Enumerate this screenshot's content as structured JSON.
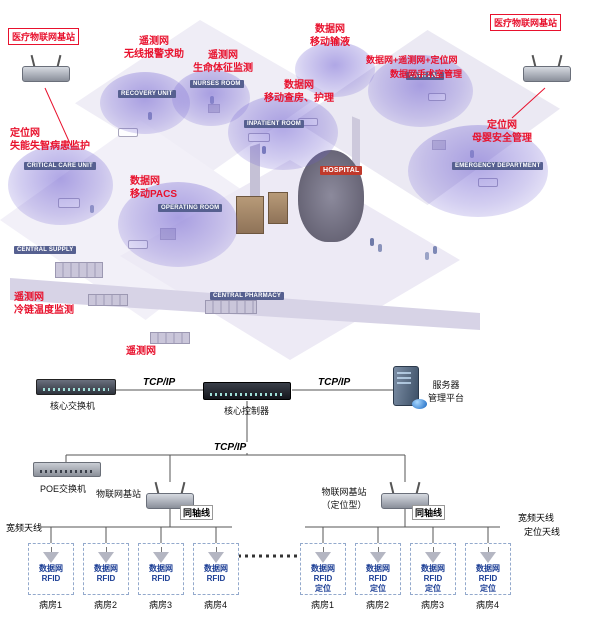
{
  "illustration": {
    "base_station_left": "医疗物联网基站",
    "base_station_right": "医疗物联网基站",
    "hospital_badge": "HOSPITAL",
    "annotations": [
      {
        "text": "遥测网\n无线报警求助"
      },
      {
        "text": "遥测网\n生命体征监测"
      },
      {
        "text": "数据网\n移动输液"
      },
      {
        "text": "数据网+遥测网+定位网"
      },
      {
        "text": "数据网手术室管理"
      },
      {
        "text": "数据网\n移动查房、护理"
      },
      {
        "text": "定位网\n失能失智病患监护"
      },
      {
        "text": "定位网\n母婴安全管理"
      },
      {
        "text": "数据网\n移动PACS"
      },
      {
        "text": "遥测网\n冷链温度监测"
      },
      {
        "text": "遥测网"
      }
    ],
    "rooms": [
      {
        "name": "RECOVERY UNIT"
      },
      {
        "name": "NURSES ROOM"
      },
      {
        "name": "INPATIENT ROOM"
      },
      {
        "name": "CATH LAB"
      },
      {
        "name": "CRITICAL CARE UNIT"
      },
      {
        "name": "OPERATING ROOM"
      },
      {
        "name": "EMERGENCY DEPARTMENT"
      },
      {
        "name": "CENTRAL SUPPLY"
      },
      {
        "name": "CENTRAL PHARMACY"
      }
    ]
  },
  "core_network": {
    "core_switch": "核心交换机",
    "tcpip_left": "TCP/IP",
    "core_controller": "核心控制器",
    "tcpip_right": "TCP/IP",
    "tcpip_bus": "TCP/IP",
    "server": "服务器\n管理平台"
  },
  "access_network": {
    "poe_switch": "POE交换机",
    "iot_base_station": "物联网基站",
    "iot_base_station_positioning": "物联网基站\n（定位型）",
    "coax_left": "同轴线",
    "coax_right": "同轴线",
    "broadband_antenna_left": "宽频天线",
    "broadband_antenna_right": "宽频天线",
    "positioning_antenna_right": "定位天线"
  },
  "wards": {
    "left": [
      {
        "lines": "数据网\nRFID",
        "ward": "病房1"
      },
      {
        "lines": "数据网\nRFID",
        "ward": "病房2"
      },
      {
        "lines": "数据网\nRFID",
        "ward": "病房3"
      },
      {
        "lines": "数据网\nRFID",
        "ward": "病房4"
      }
    ],
    "right": [
      {
        "lines": "数据网\nRFID\n定位",
        "ward": "病房1"
      },
      {
        "lines": "数据网\nRFID\n定位",
        "ward": "病房2"
      },
      {
        "lines": "数据网\nRFID\n定位",
        "ward": "病房3"
      },
      {
        "lines": "数据网\nRFID\n定位",
        "ward": "病房4"
      }
    ]
  },
  "colors": {
    "annotation_red": "#e8112d",
    "room_badge_blue": "#566090",
    "hospital_badge_red": "#c0392b",
    "dome_purple": "#6e5ed0",
    "ward_text_blue": "#1d3f96"
  }
}
